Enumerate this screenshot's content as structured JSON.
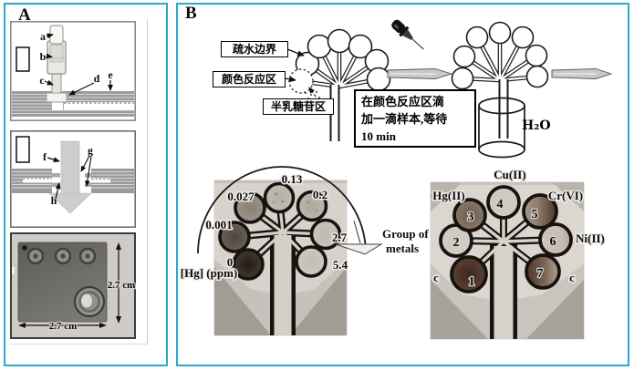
{
  "panelA": {
    "label": "A",
    "assembly_top": {
      "part_labels": {
        "a": "a",
        "b": "b",
        "c": "c",
        "d": "d",
        "e": "e"
      }
    },
    "assembly_mid": {
      "part_labels": {
        "f": "f",
        "g": "g",
        "h": "h"
      }
    },
    "photo": {
      "width_label": "2.7 cm",
      "height_label": "2.7 cm"
    }
  },
  "panelB": {
    "label": "B",
    "workflow": {
      "hydrophobic_boundary_label": "疏水边界",
      "color_reaction_zone_label": "颜色反应区",
      "galactoside_zone_label": "半乳糖苷区",
      "instruction_lines": [
        "在颜色反应区滴",
        "加一滴样本,等待",
        "10 min"
      ],
      "water_label": "H₂O"
    },
    "hg_assay": {
      "axis_label": "[Hg] (ppm)",
      "concentrations": [
        "0",
        "0.001",
        "0.027",
        "0.13",
        "0.2",
        "2.7",
        "5.4"
      ]
    },
    "metals_assay": {
      "caption_line1": "Group of",
      "caption_line2": "metals",
      "metal_labels": {
        "hg": "Hg(II)",
        "cu": "Cu(II)",
        "cr": "Cr(VI)",
        "ni": "Ni(II)"
      },
      "well_numbers": [
        "1",
        "2",
        "3",
        "4",
        "5",
        "6",
        "7"
      ],
      "control_left": "c",
      "control_right": "c"
    }
  },
  "colors": {
    "frame": "#2da8c8",
    "ink": "#0d0d0d",
    "photo_gray": "#c7c3bc"
  }
}
